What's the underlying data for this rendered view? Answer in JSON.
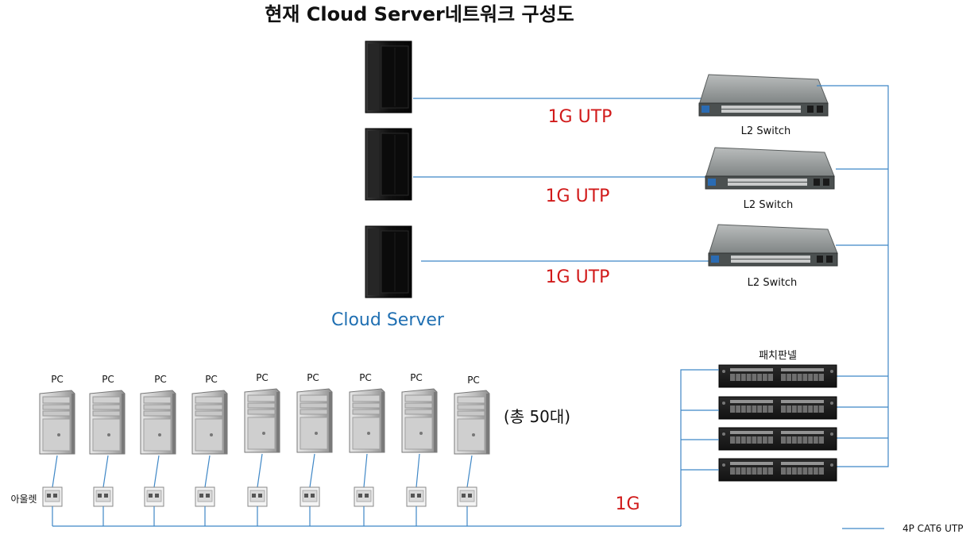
{
  "title": "현재 Cloud Server네트워크 구성도",
  "links": [
    {
      "speed": "1G UTP"
    },
    {
      "speed": "1G UTP"
    },
    {
      "speed": "1G UTP"
    }
  ],
  "switches": [
    {
      "label": "L2 Switch"
    },
    {
      "label": "L2 Switch"
    },
    {
      "label": "L2 Switch"
    }
  ],
  "cloud_server_label": "Cloud Server",
  "patch_panel_label": "패치판넬",
  "pcs": [
    {
      "label": "PC"
    },
    {
      "label": "PC"
    },
    {
      "label": "PC"
    },
    {
      "label": "PC"
    },
    {
      "label": "PC"
    },
    {
      "label": "PC"
    },
    {
      "label": "PC"
    },
    {
      "label": "PC"
    },
    {
      "label": "PC"
    }
  ],
  "pc_count_label": "(총 50대)",
  "outlet_label": "아울렛",
  "uplink_speed": "1G",
  "legend": {
    "cable": "4P CAT6 UTP"
  },
  "colors": {
    "wire": "#3f87c6",
    "speed_text": "#d11a1a",
    "cloud_text": "#1f6fb2"
  }
}
